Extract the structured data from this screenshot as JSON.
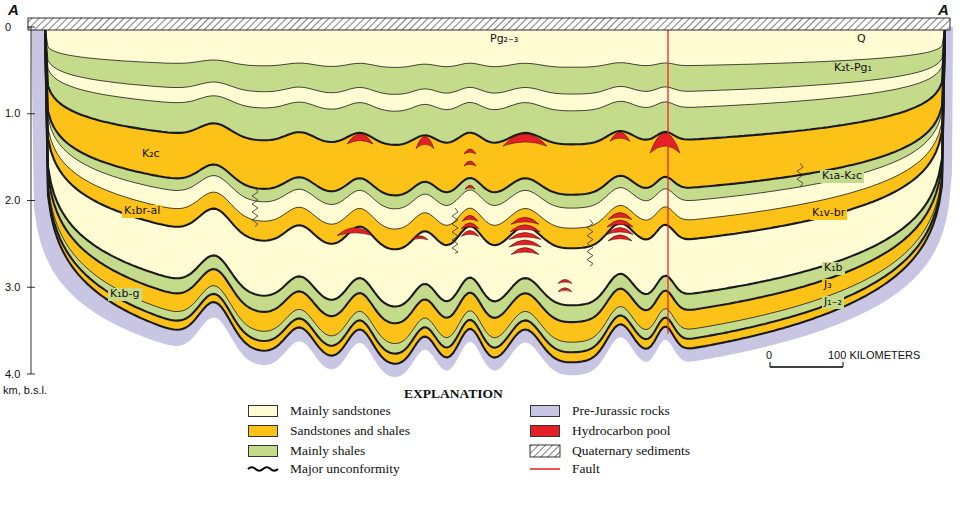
{
  "diagram": {
    "labels": [
      "A",
      "A",
      "0",
      "1.0",
      "2.0",
      "3.0",
      "4.0",
      "km, b.s.l.",
      "Pg₂₋₃",
      "Q",
      "K₂t-Pg₁",
      "K₂c",
      "K₁a-K₂c",
      "K₁br-al",
      "K₁v-br",
      "K₁b-g",
      "K₁b",
      "J₃",
      "J₁₋₂",
      "0",
      "100 KILOMETERS",
      "EXPLANATION"
    ],
    "legend": [
      {
        "text": "Mainly sandstones",
        "color": "#fffbd2"
      },
      {
        "text": "Sandstones and shales",
        "color": "#fdc218"
      },
      {
        "text": "Mainly shales",
        "color": "#c5db8c"
      },
      {
        "text": "Major unconformity"
      },
      {
        "text": "Pre-Jurassic rocks",
        "color": "#c9c6e4"
      },
      {
        "text": "Hydrocarbon pool",
        "color": "#e41f26"
      },
      {
        "text": "Quaternary sediments"
      },
      {
        "text": "Fault"
      }
    ]
  }
}
